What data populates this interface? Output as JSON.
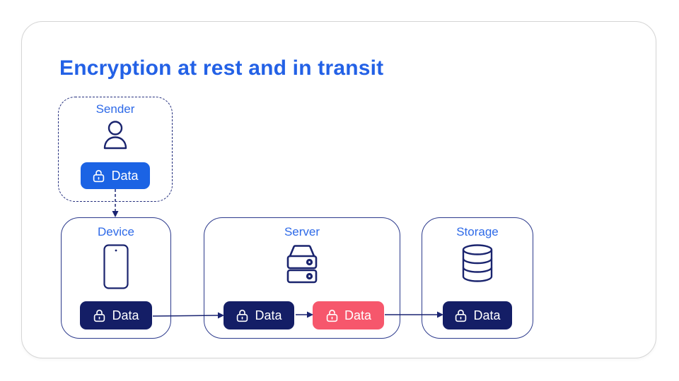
{
  "title": "Encryption at rest and in transit",
  "colors": {
    "title_blue": "#2361e6",
    "node_label_blue": "#2e6ae8",
    "badge_blue": "#1b63e4",
    "badge_navy": "#141e66",
    "badge_pink": "#f6576c",
    "outline_navy": "#2c3a8c",
    "icon_stroke_navy": "#1a246e"
  },
  "nodes": {
    "sender": {
      "label": "Sender",
      "icon": "person-icon",
      "badge": {
        "label": "Data",
        "lock": "unlocked",
        "color": "#1b63e4"
      }
    },
    "device": {
      "label": "Device",
      "icon": "phone-icon",
      "badge": {
        "label": "Data",
        "lock": "locked",
        "color": "#141e66"
      }
    },
    "server": {
      "label": "Server",
      "icon": "server-icon",
      "badges": [
        {
          "label": "Data",
          "lock": "locked",
          "color": "#141e66"
        },
        {
          "label": "Data",
          "lock": "unlocked",
          "color": "#f6576c"
        }
      ]
    },
    "storage": {
      "label": "Storage",
      "icon": "database-icon",
      "badge": {
        "label": "Data",
        "lock": "locked",
        "color": "#141e66"
      }
    }
  },
  "flows": [
    {
      "from": "sender-data-badge",
      "to": "device-box",
      "style": "dashed-arrow"
    },
    {
      "from": "device-data-badge",
      "to": "server-data-badge-rest",
      "style": "solid-arrow"
    },
    {
      "from": "server-data-badge-rest",
      "to": "server-data-badge-transit",
      "style": "solid-arrow"
    },
    {
      "from": "server-data-badge-transit",
      "to": "storage-data-badge",
      "style": "solid-arrow"
    }
  ]
}
